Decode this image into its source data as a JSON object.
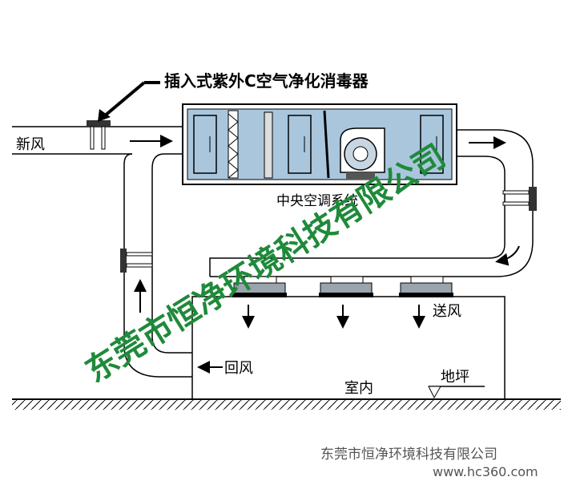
{
  "labels": {
    "uv_device": "插入式紫外C空气净化消毒器",
    "fresh_air": "新风",
    "ac_system": "中央空调系统",
    "supply_air": "送风",
    "return_air": "回风",
    "indoor": "室内",
    "floor": "地坪"
  },
  "watermark": "东莞市恒净环境科技有限公司",
  "footer": {
    "company": "东莞市恒净环境科技有限公司",
    "site": "www.hc360.com"
  },
  "colors": {
    "duct_fill": "#ffffff",
    "ahu_fill": "#a9c6dd",
    "watermark": "#1f8a3a"
  }
}
